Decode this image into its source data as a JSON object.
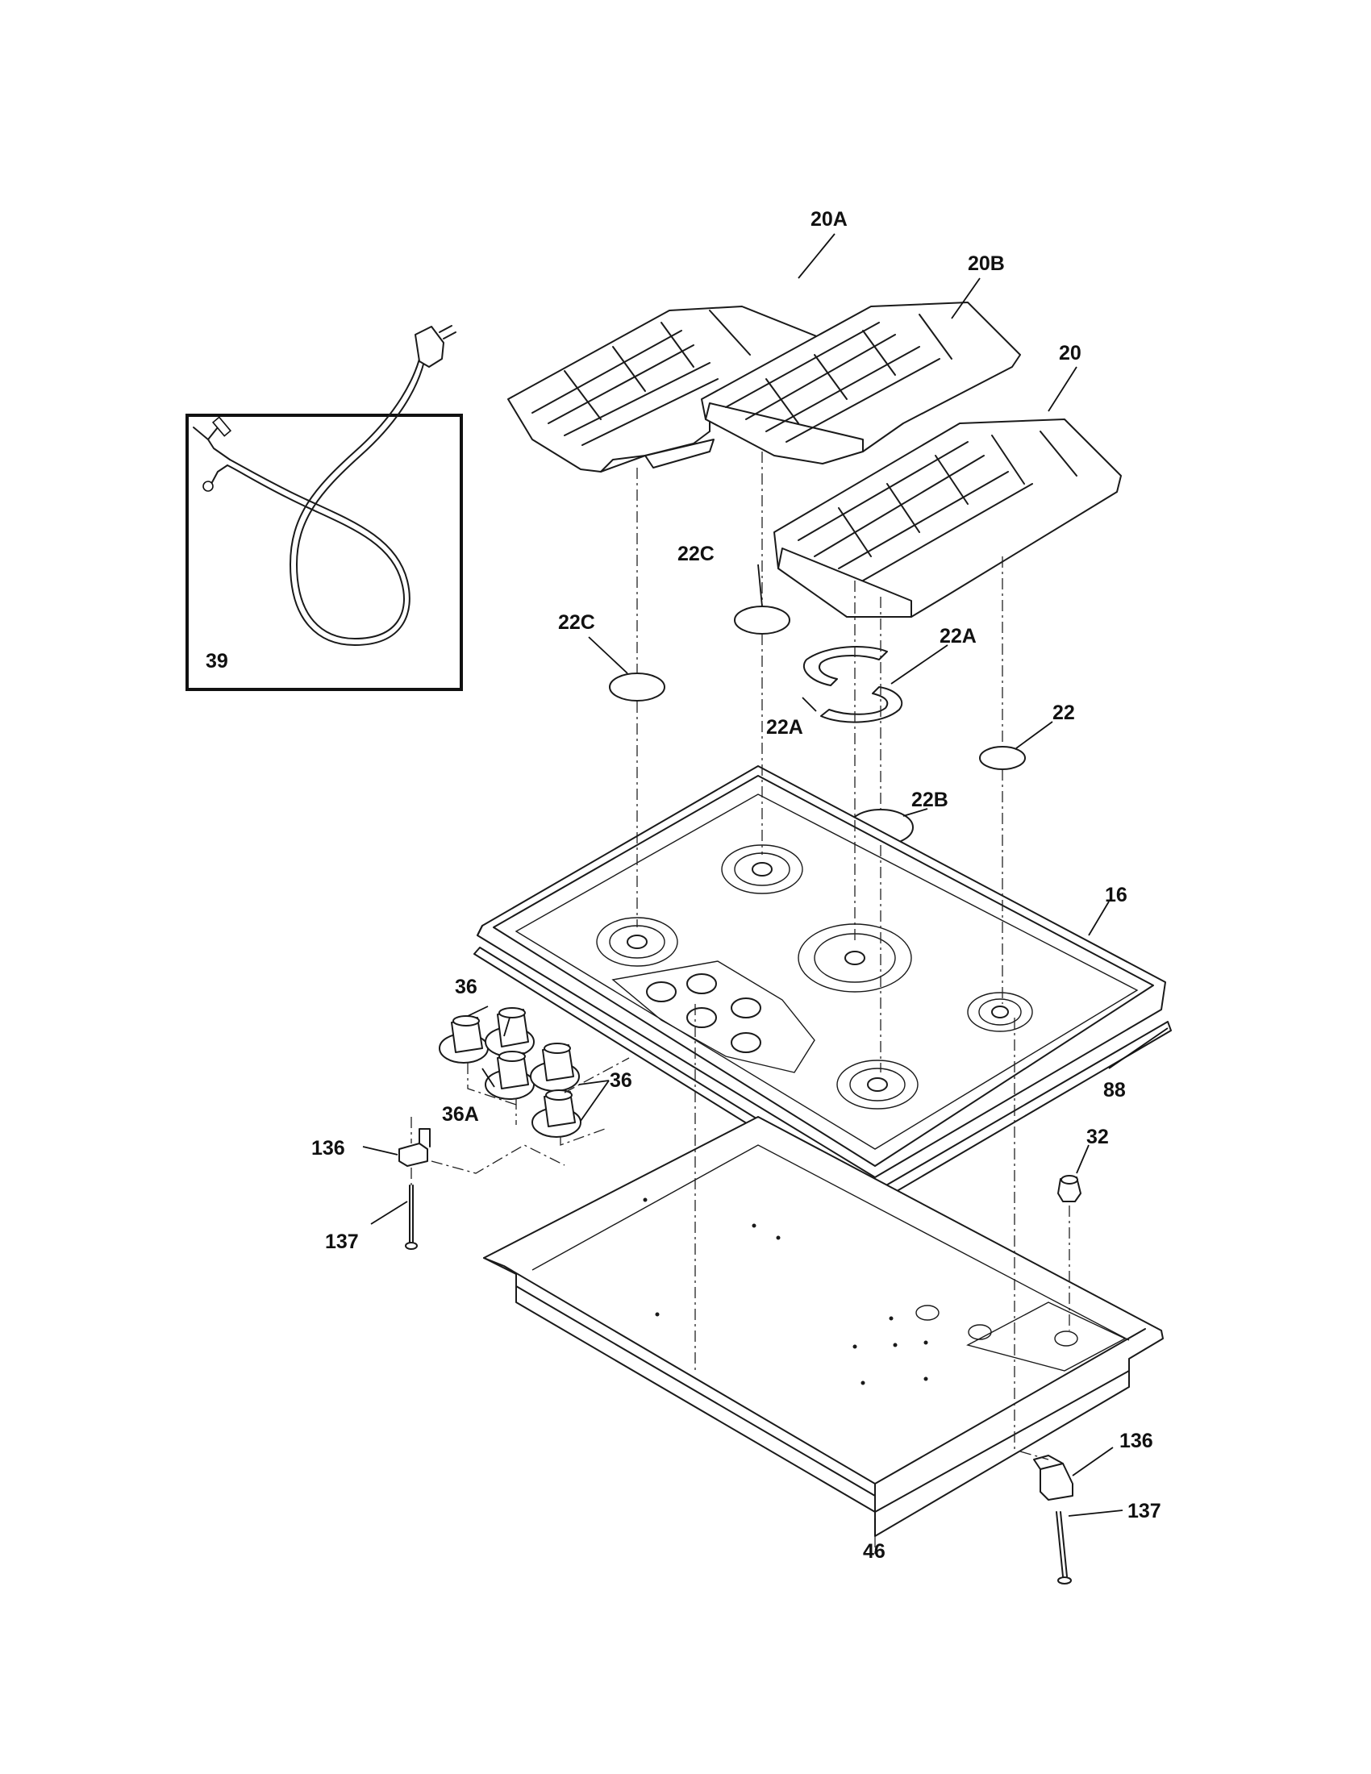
{
  "callouts": {
    "c20A": "20A",
    "c20B": "20B",
    "c20": "20",
    "c22C_left": "22C",
    "c22C_mid": "22C",
    "c22A_right": "22A",
    "c22A_left": "22A",
    "c22": "22",
    "c22B": "22B",
    "c16": "16",
    "c36_top": "36",
    "c36_right": "36",
    "c36A": "36A",
    "c88": "88",
    "c32": "32",
    "c136_left": "136",
    "c137_left": "137",
    "c136_right": "136",
    "c137_right": "137",
    "c46": "46",
    "c39": "39"
  }
}
